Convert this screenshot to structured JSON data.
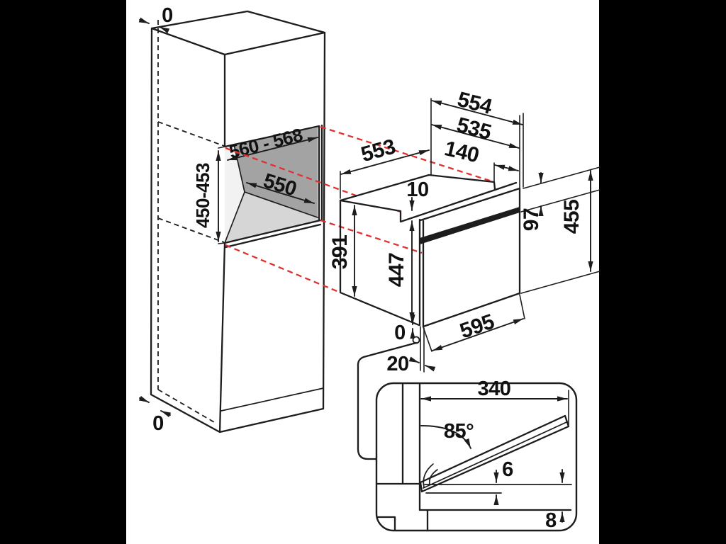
{
  "diagram_type": "built-in oven installation drawing",
  "colors": {
    "background": "#ffffff",
    "letterbox": "#000000",
    "line": "#1d1d1d",
    "projection_red": "#e03030",
    "niche_back_wall": "#a3a3a3",
    "niche_floor": "#d6d6d6"
  },
  "cabinet": {
    "labels": {
      "top_gap": "0",
      "bottom_gap": "0",
      "niche_width": "560 - 568",
      "niche_height": "450-453",
      "niche_depth": "550"
    }
  },
  "oven": {
    "labels": {
      "depth_overall": "554",
      "depth_without_front": "535",
      "top_rear_clearance": "140",
      "body_depth": "553",
      "top_step": "10",
      "control_panel_height": "97",
      "front_height": "455",
      "body_height": "391",
      "door_height": "447",
      "front_width": "595",
      "bottom_gap": "0",
      "front_protrusion": "20"
    }
  },
  "detail": {
    "labels": {
      "open_door_depth": "340",
      "door_opening_angle": "85°",
      "door_bottom_clearance": "6",
      "plinth_clearance": "8"
    }
  }
}
